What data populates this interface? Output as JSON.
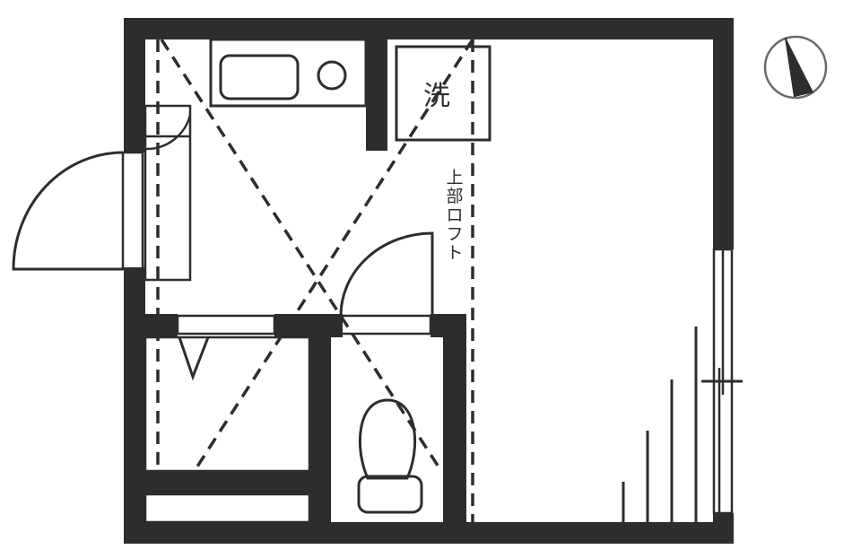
{
  "floorplan": {
    "labels": {
      "washer": "洗",
      "loft": "上部ロフト",
      "loft_chars": [
        "上",
        "部",
        "ロ",
        "フ",
        "ト"
      ]
    },
    "compass": {
      "icon": "north-arrow-icon"
    },
    "rooms": [
      {
        "name": "entrance-genkan"
      },
      {
        "name": "kitchen"
      },
      {
        "name": "washing-machine-space"
      },
      {
        "name": "bathroom-unit"
      },
      {
        "name": "toilet"
      },
      {
        "name": "main-room-western"
      },
      {
        "name": "staircase-ladder-to-loft"
      }
    ],
    "colors": {
      "wall": "#2e2c2d",
      "background": "#ffffff"
    }
  }
}
